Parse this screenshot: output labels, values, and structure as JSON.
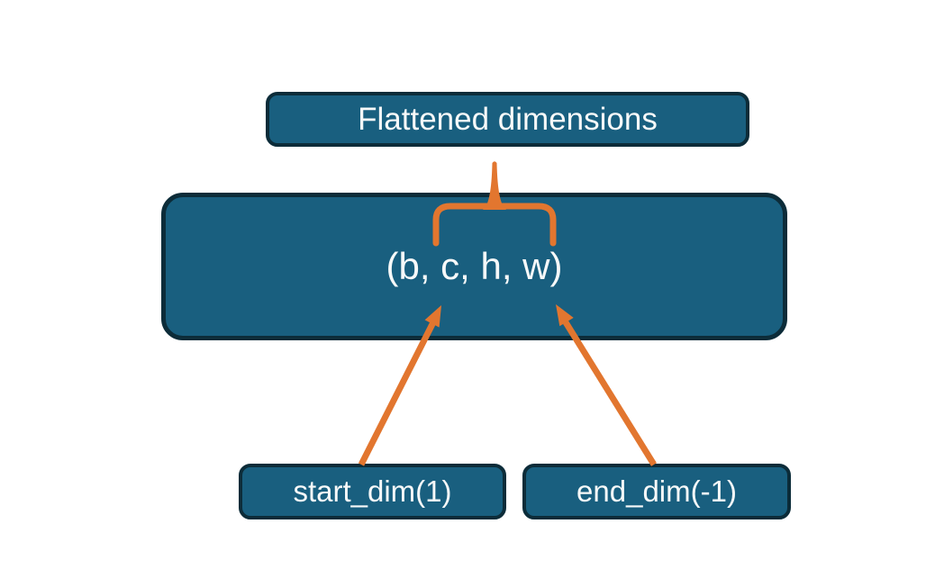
{
  "diagram": {
    "description": "Tensor flatten dimensions diagram",
    "title_box": {
      "label": "Flattened dimensions"
    },
    "tensor_box": {
      "label": "(b, c, h, w)"
    },
    "start_box": {
      "label": "start_dim(1)"
    },
    "end_box": {
      "label": "end_dim(-1)"
    },
    "connectors": {
      "brace": "curly-brace-up-over-c-h-w",
      "arrows": [
        "start-dim-arrow-to-c",
        "end-dim-arrow-to-w"
      ]
    },
    "colors": {
      "box_fill": "#195F7F",
      "box_border": "#0C2C39",
      "accent_orange": "#E2762F",
      "text_color": "#F7F9F9",
      "background": "#FFFFFF"
    }
  }
}
